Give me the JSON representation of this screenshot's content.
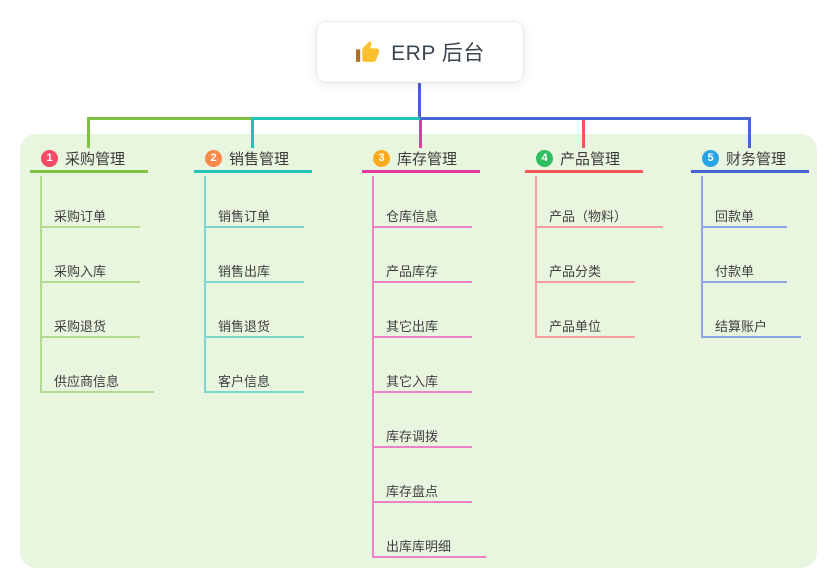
{
  "root": {
    "label": "ERP 后台",
    "icon": "thumbs-up",
    "line_color": "#4b5cd6"
  },
  "panel": {
    "bg": "#e8f5df"
  },
  "badge_text_color": "#ffffff",
  "branches": [
    {
      "number": "1",
      "title": "采购管理",
      "badge_color": "#f74a64",
      "line_color": "#7fc241",
      "item_line_color": "#b4da92",
      "items": [
        "采购订单",
        "采购入库",
        "采购退货",
        "供应商信息"
      ]
    },
    {
      "number": "2",
      "title": "销售管理",
      "badge_color": "#fa8a4b",
      "line_color": "#22c3b4",
      "item_line_color": "#7ed7ce",
      "items": [
        "销售订单",
        "销售出库",
        "销售退货",
        "客户信息"
      ]
    },
    {
      "number": "3",
      "title": "库存管理",
      "badge_color": "#fbab1d",
      "line_color": "#e23a9e",
      "item_line_color": "#ef82c4",
      "items": [
        "仓库信息",
        "产品库存",
        "其它出库",
        "其它入库",
        "库存调拨",
        "库存盘点",
        "出库库明细"
      ]
    },
    {
      "number": "4",
      "title": "产品管理",
      "badge_color": "#2fbf60",
      "line_color": "#f4545b",
      "item_line_color": "#f99da0",
      "items": [
        "产品（物料）",
        "产品分类",
        "产品单位"
      ]
    },
    {
      "number": "5",
      "title": "财务管理",
      "badge_color": "#27a5e4",
      "line_color": "#4565d2",
      "item_line_color": "#8ca6e2",
      "items": [
        "回款单",
        "付款单",
        "结算账户"
      ]
    }
  ]
}
